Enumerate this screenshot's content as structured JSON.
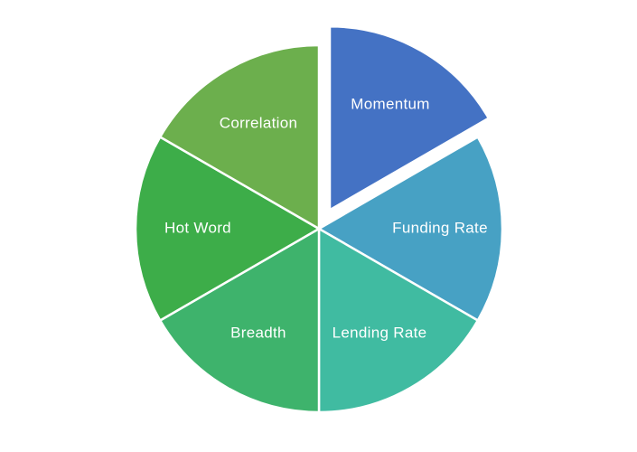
{
  "chart_data": {
    "type": "pie",
    "title": "",
    "categories": [
      "Momentum",
      "Funding Rate",
      "Lending Rate",
      "Breadth",
      "Hot Word",
      "Correlation"
    ],
    "values": [
      16.67,
      16.67,
      16.67,
      16.67,
      16.67,
      16.67
    ],
    "slice_angle_deg": 60,
    "colors": [
      "#4472C4",
      "#47A1C4",
      "#40BBA1",
      "#3EB36C",
      "#3DAD49",
      "#6CAF4D"
    ],
    "exploded_slice": "Momentum",
    "start_angle_deg": 0,
    "direction": "clockwise",
    "labels_position": "inside",
    "label_color": "#FFFFFF",
    "slice_border_color": "#FFFFFF",
    "background_color": "#FFFFFF",
    "legend": "none"
  }
}
